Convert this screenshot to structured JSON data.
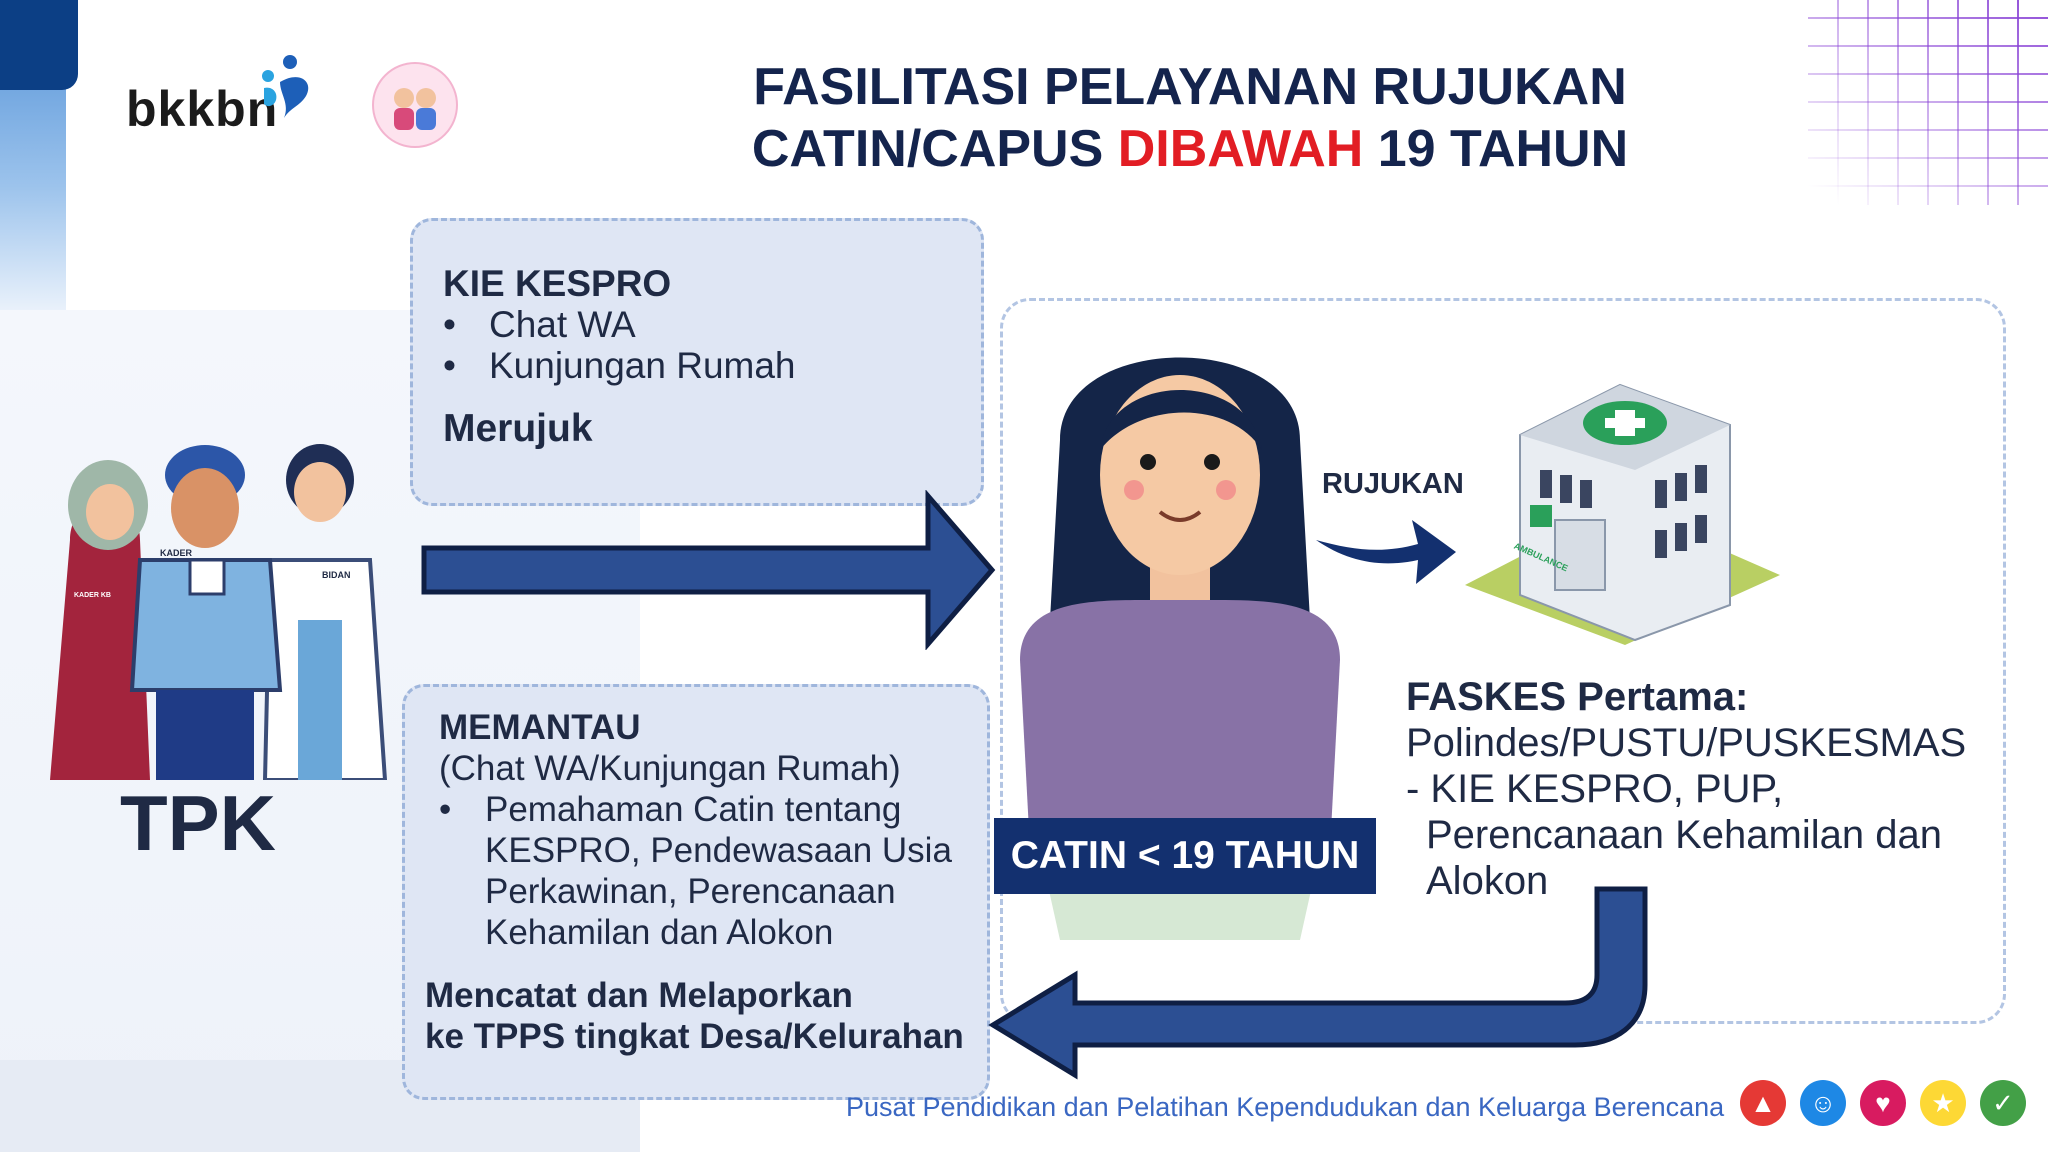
{
  "header": {
    "logo_text": "bkkbn",
    "title_line1": "FASILITASI PELAYANAN RUJUKAN",
    "title_line2_pre": "CATIN/CAPUS ",
    "title_line2_highlight": "DIBAWAH",
    "title_line2_post": " 19 TAHUN",
    "highlight_color": "#e21d24"
  },
  "left": {
    "group_label": "TPK",
    "badge_kader": "KADER",
    "badge_bidan": "BIDAN",
    "badge_pkk": "KADER KB"
  },
  "top_panel": {
    "heading": "KIE KESPRO",
    "items": [
      "Chat WA",
      "Kunjungan Rumah"
    ],
    "action": "Merujuk"
  },
  "bottom_panel": {
    "heading": "MEMANTAU",
    "subheading": "(Chat WA/Kunjungan Rumah)",
    "items": [
      "Pemahaman Catin tentang KESPRO, Pendewasaan Usia Perkawinan, Perencanaan Kehamilan dan Alokon"
    ],
    "footer_line1": "Mencatat dan Melaporkan",
    "footer_line2": "ke TPPS tingkat Desa/Kelurahan"
  },
  "center": {
    "catin_label": "CATIN < 19 TAHUN",
    "rujukan_label": "RUJUKAN",
    "building_sign": "AMBULANCE"
  },
  "faskes": {
    "heading": "FASKES Pertama:",
    "line1": "Polindes/PUSTU/PUSKESMAS",
    "line2": "- KIE KESPRO, PUP,",
    "line3": "Perencanaan Kehamilan dan",
    "line4": "Alokon"
  },
  "footer": {
    "text": "Pusat Pendidikan dan Pelatihan Kependudukan dan Keluarga Berencana",
    "icons": [
      {
        "name": "thumbs-up-icon",
        "color": "#e53935"
      },
      {
        "name": "smile-icon",
        "color": "#1e88e5"
      },
      {
        "name": "heart-hands-icon",
        "color": "#d81b60"
      },
      {
        "name": "lightbulb-icon",
        "color": "#fdd835"
      },
      {
        "name": "heart-check-icon",
        "color": "#43a047"
      }
    ]
  }
}
